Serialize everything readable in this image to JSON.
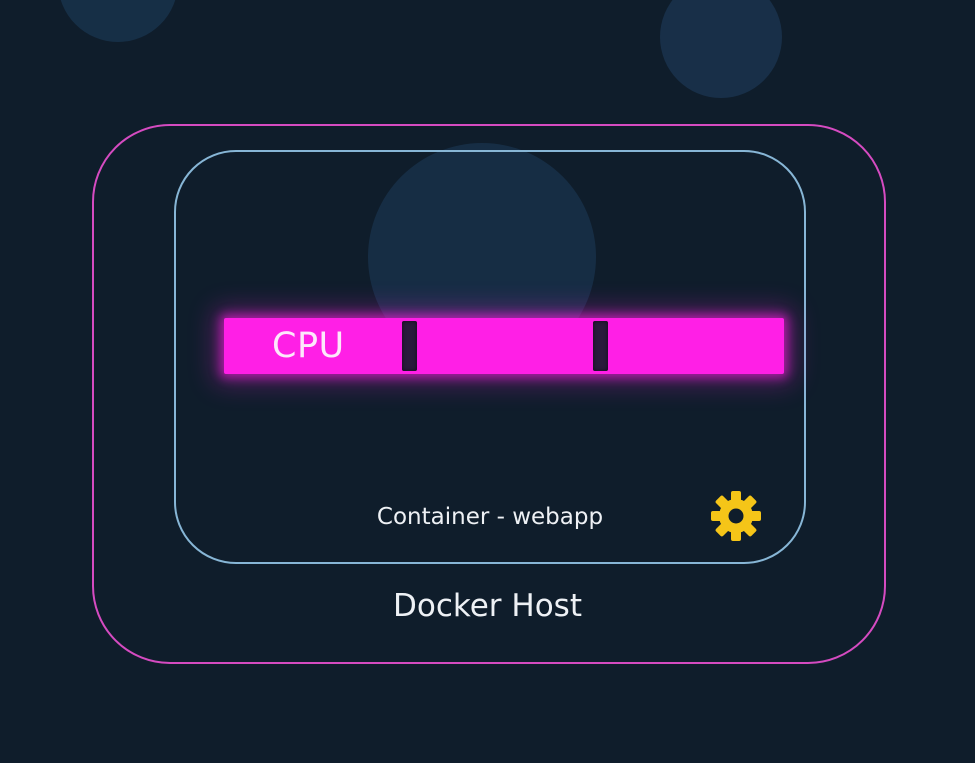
{
  "diagram": {
    "host": {
      "label": "Docker Host"
    },
    "container": {
      "label": "Container - webapp"
    },
    "cpu": {
      "label": "CPU"
    },
    "icons": {
      "settings": "gear-icon"
    },
    "colors": {
      "background": "#0f1d2b",
      "host_border": "#d54bc1",
      "container_border": "#87b6d6",
      "cpu_bar": "#ff1fe6",
      "gear": "#f5c518"
    }
  }
}
